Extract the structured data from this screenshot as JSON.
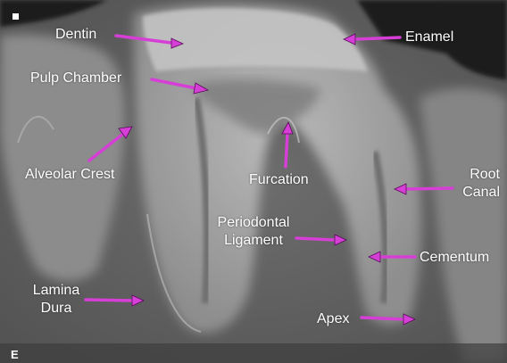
{
  "figure": {
    "corner_letter": "E",
    "arrow_color": "#d63fd6"
  },
  "labels": {
    "dentin": "Dentin",
    "enamel": "Enamel",
    "pulp_chamber": "Pulp Chamber",
    "alveolar_crest": "Alveolar Crest",
    "furcation": "Furcation",
    "root_canal_line1": "Root",
    "root_canal_line2": "Canal",
    "periodontal_ligament_line1": "Periodontal",
    "periodontal_ligament_line2": "Ligament",
    "cementum": "Cementum",
    "lamina_dura_line1": "Lamina",
    "lamina_dura_line2": "Dura",
    "apex": "Apex"
  }
}
